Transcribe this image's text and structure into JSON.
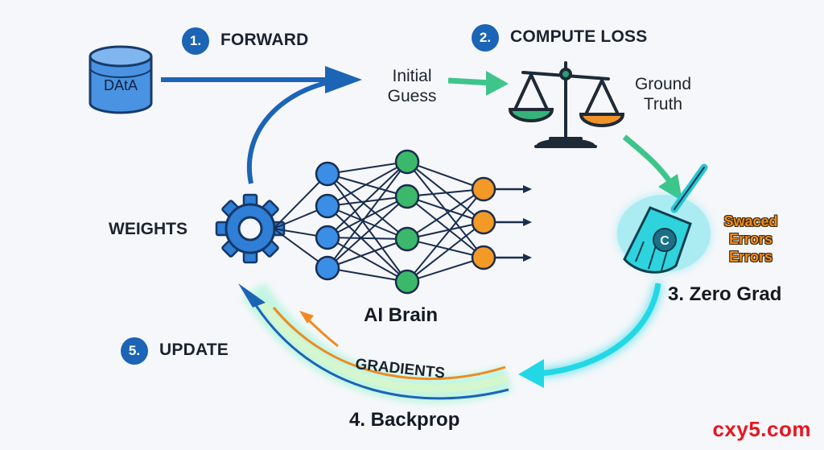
{
  "steps": {
    "forward": {
      "number": "1.",
      "label": "FORWARD"
    },
    "loss": {
      "number": "2.",
      "label": "COMPUTE LOSS"
    },
    "zero": {
      "label": "3. Zero Grad"
    },
    "backprop": {
      "label": "4. Backprop"
    },
    "update": {
      "number": "5.",
      "label": "UPDATE"
    }
  },
  "nodes": {
    "data": "DAtA",
    "initial_guess": [
      "Initial",
      "Guess"
    ],
    "ground_truth": [
      "Ground",
      "Truth"
    ],
    "weights": "WEIGHTS",
    "brain": "AI Brain",
    "gradients": "GRADIENTS",
    "errors": [
      "Swaced",
      "Errors",
      "Errors"
    ]
  },
  "network": {
    "layers": [
      4,
      4,
      3
    ]
  },
  "watermark": "cxy5.com",
  "colors": {
    "blue_accent": "#1b64b6",
    "green_accent": "#3ec58a",
    "cyan_glow": "#22d8e6",
    "orange_accent": "#f08a1e",
    "node_blue": "#3a8ee6",
    "node_green": "#3cb86a",
    "node_orange": "#f39a26",
    "watermark_red": "#e8151f"
  },
  "icons": [
    "database-icon",
    "gear-icon",
    "balance-scale-icon",
    "broom-icon"
  ]
}
